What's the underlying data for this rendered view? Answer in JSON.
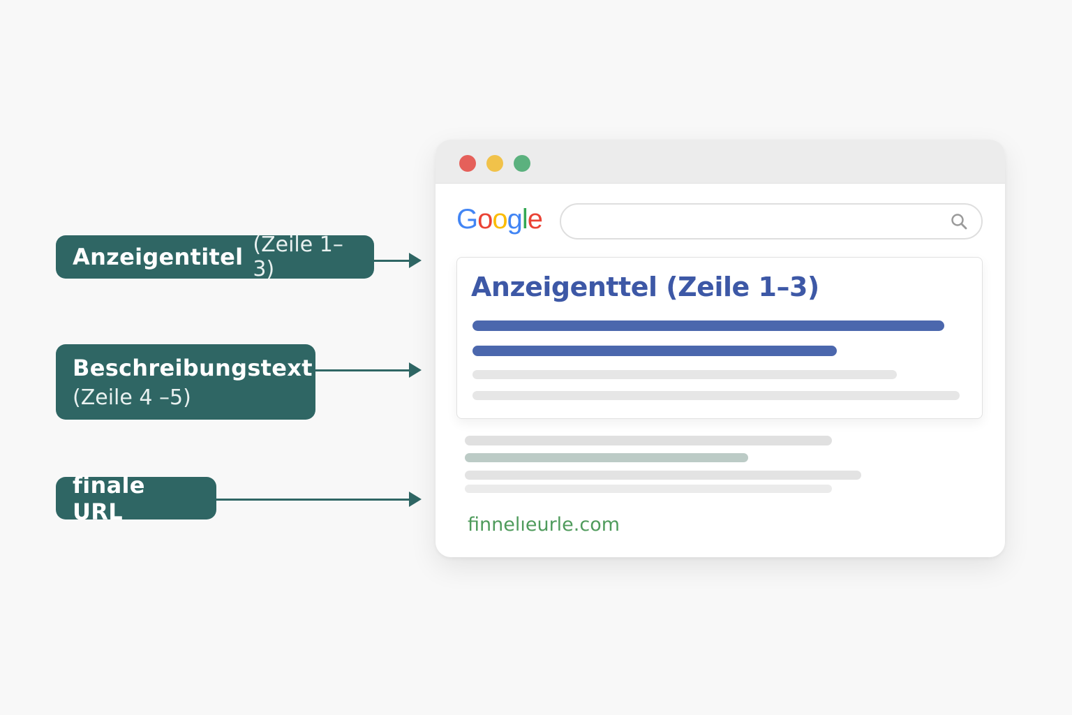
{
  "annotations": {
    "title": {
      "strong": "Anzeigentitel",
      "light": "(Zeile 1–3)"
    },
    "description": {
      "strong": "Beschreibungstext",
      "light": "(Zeile 4 –5)"
    },
    "url": {
      "strong": "finale URL"
    }
  },
  "browser": {
    "window_controls": [
      "close",
      "minimize",
      "maximize"
    ],
    "logo_letters": [
      {
        "char": "G",
        "color": "#4285F4"
      },
      {
        "char": "o",
        "color": "#EA4335"
      },
      {
        "char": "o",
        "color": "#FBBC05"
      },
      {
        "char": "g",
        "color": "#4285F4"
      },
      {
        "char": "l",
        "color": "#34A853"
      },
      {
        "char": "e",
        "color": "#EA4335"
      }
    ],
    "search": {
      "value": "",
      "icon": "search-icon"
    },
    "ad": {
      "title": "Anzeigenttel (Zeile 1–3)"
    },
    "result_url": "finnelıeurle.com"
  },
  "colors": {
    "label_bg": "#2f6664",
    "ad_title": "#3d58a6",
    "url_green": "#4f9b5c"
  }
}
